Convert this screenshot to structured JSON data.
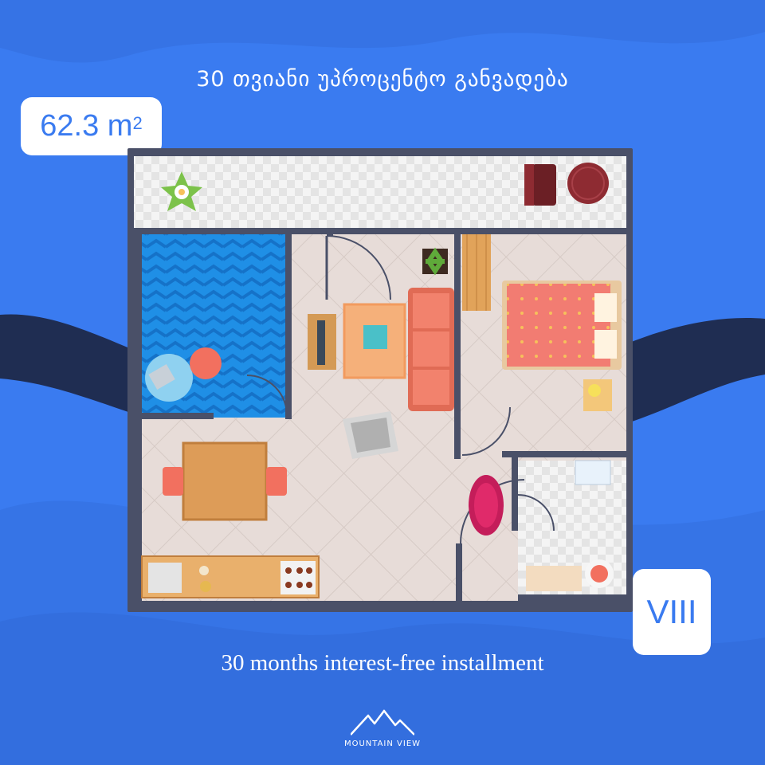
{
  "header": {
    "title_ka": "30 თვიანი უპროცენტო განვადება"
  },
  "area": {
    "value": "62.3 m",
    "unit_exp": "2"
  },
  "floor": {
    "label": "VIII"
  },
  "footer": {
    "title_en": "30 months interest-free installment"
  },
  "brand": {
    "name": "MOUNTAIN VIEW"
  },
  "colors": {
    "background": "#3a7bf0",
    "wave_dark": "#1f2d52",
    "wall": "#4a5068",
    "accent_red": "#e87070"
  },
  "icons": [
    "plant-icon",
    "armchair-icon",
    "round-table-icon",
    "bed-icon",
    "sofa-icon",
    "tv-icon",
    "laptop-icon",
    "dining-table-icon",
    "stove-icon",
    "sink-icon",
    "toilet-icon",
    "bathtub-icon",
    "rug-icon",
    "mountain-logo-icon"
  ]
}
